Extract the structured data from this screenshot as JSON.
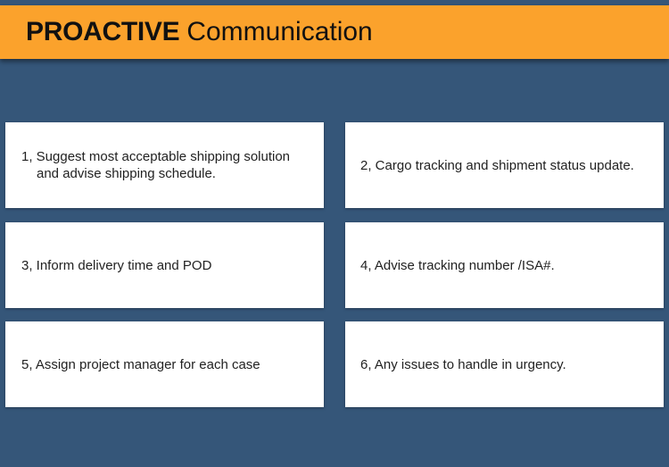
{
  "header": {
    "title_bold": "PROACTIVE",
    "title_rest": "Communication",
    "background_color": "#fba22c"
  },
  "page": {
    "background_color": "#355679"
  },
  "items": [
    {
      "text": "1, Suggest most acceptable shipping solution and advise shipping schedule."
    },
    {
      "text": "2, Cargo tracking and shipment status update."
    },
    {
      "text": "3, Inform delivery time and POD"
    },
    {
      "text": "4, Advise tracking number /ISA#."
    },
    {
      "text": "5, Assign project manager for each case"
    },
    {
      "text": "6, Any issues to handle in urgency."
    }
  ]
}
